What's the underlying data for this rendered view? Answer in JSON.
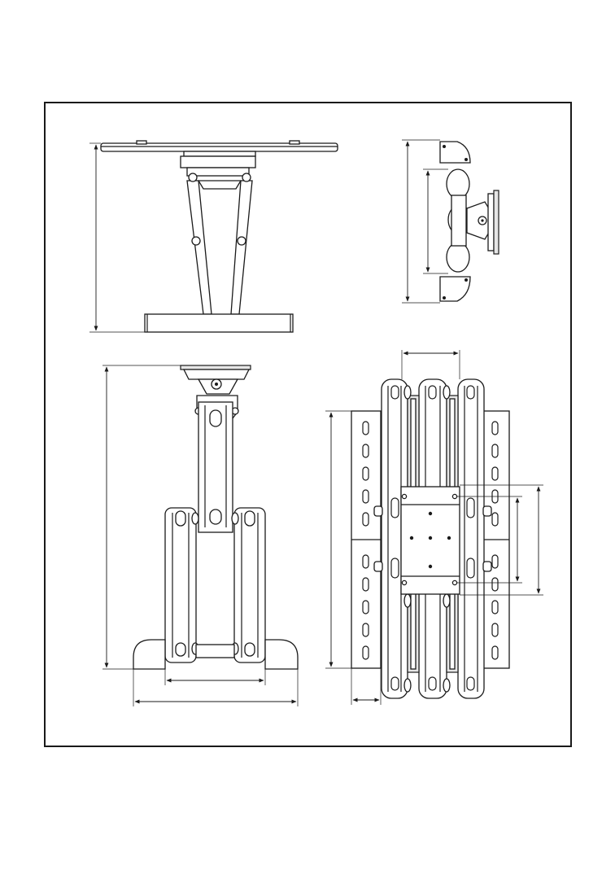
{
  "drawing": {
    "views": [
      {
        "id": "top-view"
      },
      {
        "id": "side-view"
      },
      {
        "id": "front-view"
      },
      {
        "id": "rear-view"
      }
    ],
    "colors": {
      "line": "#1a1a1a",
      "fill": "#ffffff",
      "shade": "#e6e6e6"
    }
  }
}
